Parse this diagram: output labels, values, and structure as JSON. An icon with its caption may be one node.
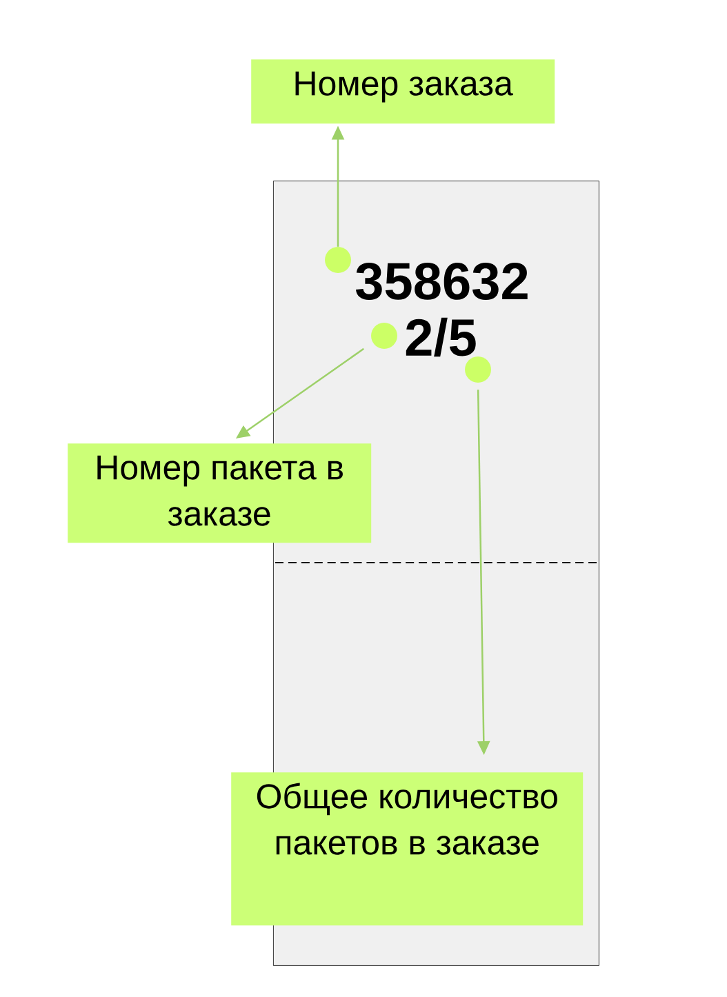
{
  "diagram": {
    "nodes": [
      {
        "text": [
          "Номер заказа"
        ]
      },
      {
        "text": [
          "358632",
          "2/5"
        ]
      },
      {
        "text": [],
        "shape": "circle",
        "in": 1
      },
      {
        "text": [],
        "shape": "circle",
        "in": 1
      },
      {
        "text": [],
        "shape": "circle",
        "in": 1
      },
      {
        "text": [
          "Номер пакета в заказе"
        ]
      },
      {
        "text": [
          "Общее количество пакетов в заказе"
        ]
      }
    ],
    "edges": [
      {
        "from": 2,
        "to": 0,
        "arrow": "to"
      },
      {
        "from": 3,
        "to": 5,
        "arrow": "to"
      },
      {
        "from": 4,
        "to": 6,
        "arrow": "to"
      }
    ]
  }
}
